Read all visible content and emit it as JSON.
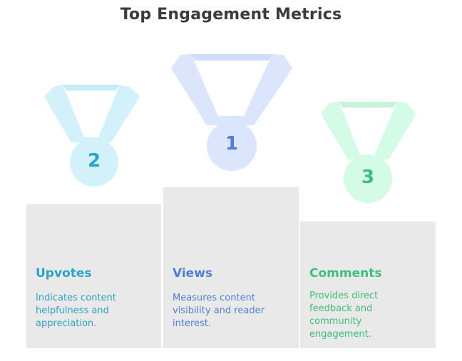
{
  "title": "Top Engagement Metrics",
  "colors": {
    "views": "#4f7fd9",
    "upvotes": "#2ba2cc",
    "comments": "#3cbf7a",
    "block": "#e9e9e9"
  },
  "places": [
    {
      "rank": "1",
      "label": "Views",
      "description": "Measures content visibility and reader interest."
    },
    {
      "rank": "2",
      "label": "Upvotes",
      "description": "Indicates content helpfulness and appreciation."
    },
    {
      "rank": "3",
      "label": "Comments",
      "description": "Provides direct feedback and community engagement."
    }
  ]
}
